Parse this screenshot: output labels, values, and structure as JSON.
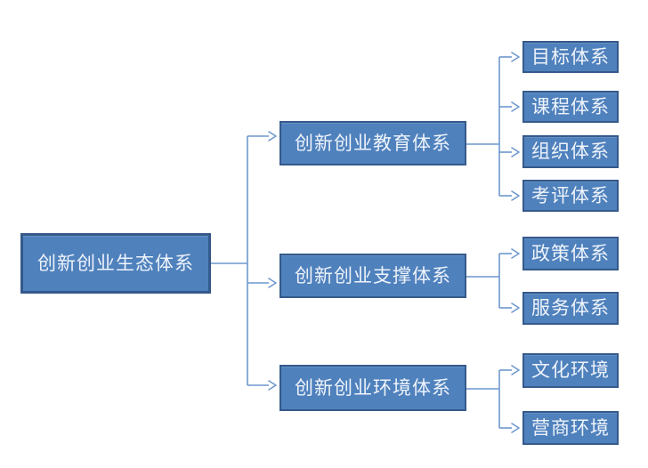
{
  "diagram": {
    "type": "tree",
    "root": {
      "label": "创新创业生态体系"
    },
    "branches": [
      {
        "label": "创新创业教育体系",
        "children": [
          {
            "label": "目标体系"
          },
          {
            "label": "课程体系"
          },
          {
            "label": "组织体系"
          },
          {
            "label": "考评体系"
          }
        ]
      },
      {
        "label": "创新创业支撑体系",
        "children": [
          {
            "label": "政策体系"
          },
          {
            "label": "服务体系"
          }
        ]
      },
      {
        "label": "创新创业环境体系",
        "children": [
          {
            "label": "文化环境"
          },
          {
            "label": "营商环境"
          }
        ]
      }
    ],
    "colors": {
      "box_fill": "#4f81bd",
      "box_border": "#35598b",
      "connector": "#6d97cd",
      "text": "#eef3fa",
      "background": "#ffffff"
    }
  }
}
